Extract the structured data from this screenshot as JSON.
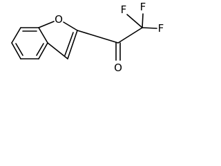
{
  "molecule": {
    "atoms": {
      "ring_oxygen": "O",
      "carbonyl_oxygen": "O",
      "fluorine_left": "F",
      "fluorine_top": "F",
      "fluorine_right": "F"
    },
    "colors": {
      "bond": "#000000",
      "background": "#ffffff"
    }
  }
}
